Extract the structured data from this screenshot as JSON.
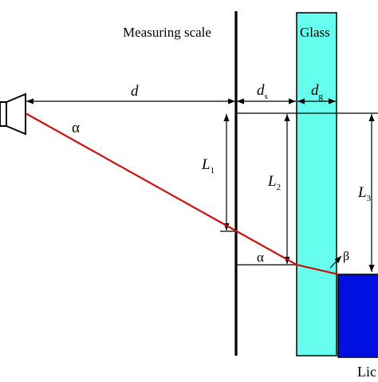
{
  "labels": {
    "measuring_scale": "Measuring scale",
    "glass": "Glass",
    "liquid": "Lic",
    "d": "d",
    "ds_main": "d",
    "ds_sub": "s",
    "dg_main": "d",
    "dg_sub": "g",
    "L1_main": "L",
    "L1_sub": "1",
    "L2_main": "L",
    "L2_sub": "2",
    "L3_main": "L",
    "L3_sub": "3",
    "alpha_top": "α",
    "alpha_bottom": "α",
    "beta": "β"
  },
  "colors": {
    "glass_fill": "#66ffee",
    "liquid_fill": "#0010e0",
    "ray": "#c8120e",
    "lines": "#000000"
  }
}
